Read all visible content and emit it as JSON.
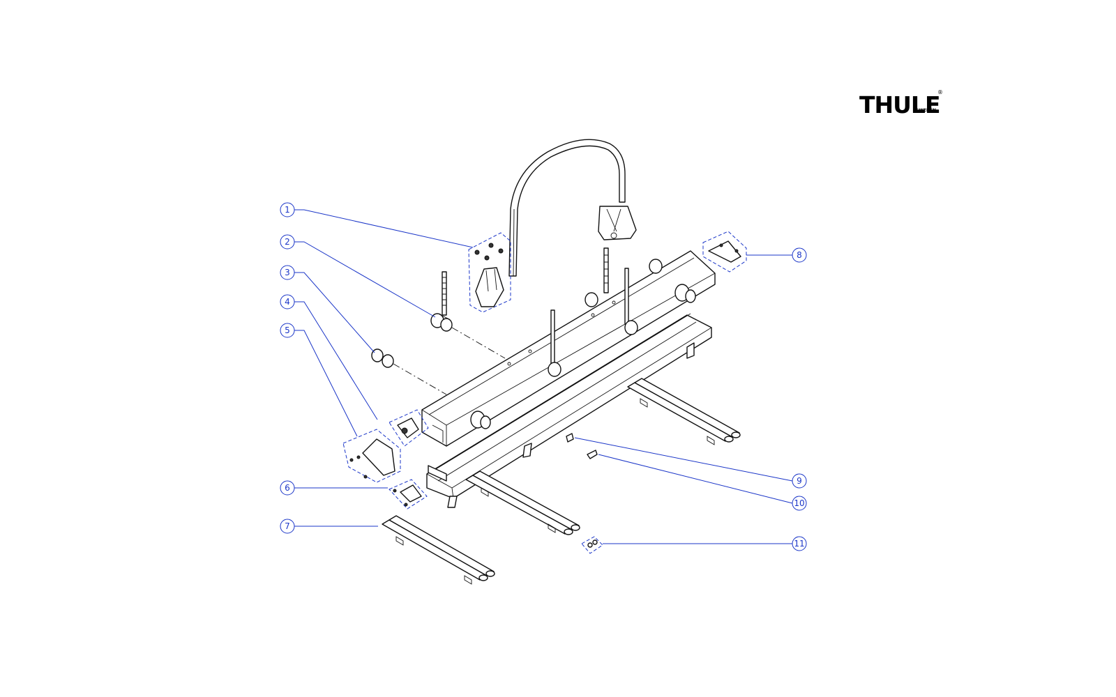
{
  "logo": {
    "wordmark": "THULE",
    "sub": "SWEDEN",
    "registered": "®"
  },
  "callouts": [
    "1",
    "2",
    "3",
    "4",
    "5",
    "6",
    "7",
    "8",
    "9",
    "10",
    "11"
  ]
}
